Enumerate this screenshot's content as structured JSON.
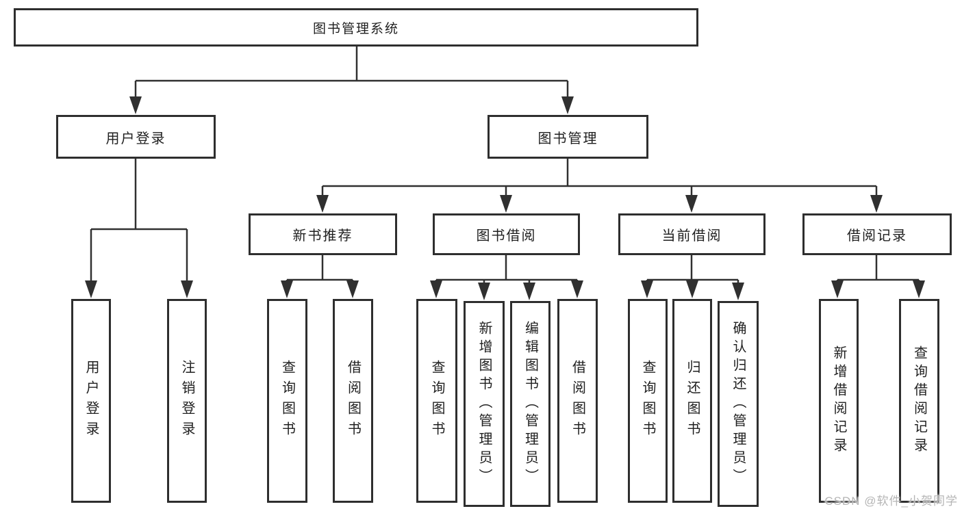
{
  "diagram": {
    "tree": {
      "label": "图书管理系统",
      "children": [
        {
          "label": "用户登录",
          "children": [
            {
              "label": "用户登录"
            },
            {
              "label": "注销登录"
            }
          ]
        },
        {
          "label": "图书管理",
          "children": [
            {
              "label": "新书推荐",
              "children": [
                {
                  "label": "查询图书"
                },
                {
                  "label": "借阅图书"
                }
              ]
            },
            {
              "label": "图书借阅",
              "children": [
                {
                  "label": "查询图书"
                },
                {
                  "label": "新增图书（管理员）"
                },
                {
                  "label": "编辑图书（管理员）"
                },
                {
                  "label": "借阅图书"
                }
              ]
            },
            {
              "label": "当前借阅",
              "children": [
                {
                  "label": "查询图书"
                },
                {
                  "label": "归还图书"
                },
                {
                  "label": "确认归还（管理员）"
                }
              ]
            },
            {
              "label": "借阅记录",
              "children": [
                {
                  "label": "新增借阅记录"
                },
                {
                  "label": "查询借阅记录"
                }
              ]
            }
          ]
        }
      ]
    }
  },
  "watermark": {
    "text": "CSDN @软件_小贺同学"
  },
  "colors": {
    "line": "#303030",
    "box_border": "#2e2e2e",
    "text": "#1f1f1f",
    "background": "#ffffff",
    "watermark": "#b5b5b5"
  }
}
